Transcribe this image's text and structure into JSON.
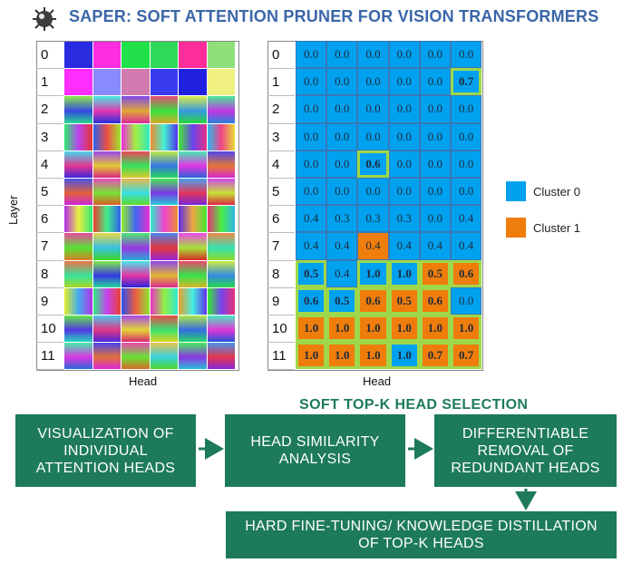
{
  "title": "SAPER: SOFT ATTENTION PRUNER FOR VISION TRANSFORMERS",
  "left_panel": {
    "rows": [
      "0",
      "1",
      "2",
      "3",
      "4",
      "5",
      "6",
      "7",
      "8",
      "9",
      "10",
      "11"
    ],
    "y_axis_label": "Layer",
    "x_axis_label": "Head"
  },
  "right_panel": {
    "rows": [
      "0",
      "1",
      "2",
      "3",
      "4",
      "5",
      "6",
      "7",
      "8",
      "9",
      "10",
      "11"
    ],
    "x_axis_label": "Head",
    "values": [
      [
        "0.0",
        "0.0",
        "0.0",
        "0.0",
        "0.0",
        "0.0"
      ],
      [
        "0.0",
        "0.0",
        "0.0",
        "0.0",
        "0.0",
        "0.7"
      ],
      [
        "0.0",
        "0.0",
        "0.0",
        "0.0",
        "0.0",
        "0.0"
      ],
      [
        "0.0",
        "0.0",
        "0.0",
        "0.0",
        "0.0",
        "0.0"
      ],
      [
        "0.0",
        "0.0",
        "0.6",
        "0.0",
        "0.0",
        "0.0"
      ],
      [
        "0.0",
        "0.0",
        "0.0",
        "0.0",
        "0.0",
        "0.0"
      ],
      [
        "0.4",
        "0.3",
        "0.3",
        "0.3",
        "0.0",
        "0.4"
      ],
      [
        "0.4",
        "0.4",
        "0.4",
        "0.4",
        "0.4",
        "0.4"
      ],
      [
        "0.5",
        "0.4",
        "1.0",
        "1.0",
        "0.5",
        "0.6"
      ],
      [
        "0.6",
        "0.5",
        "0.6",
        "0.5",
        "0.6",
        "0.0"
      ],
      [
        "1.0",
        "1.0",
        "1.0",
        "1.0",
        "1.0",
        "1.0"
      ],
      [
        "1.0",
        "1.0",
        "1.0",
        "1.0",
        "0.7",
        "0.7"
      ]
    ],
    "clusters": [
      [
        0,
        0,
        0,
        0,
        0,
        0
      ],
      [
        0,
        0,
        0,
        0,
        0,
        0
      ],
      [
        0,
        0,
        0,
        0,
        0,
        0
      ],
      [
        0,
        0,
        0,
        0,
        0,
        0
      ],
      [
        0,
        0,
        0,
        0,
        0,
        0
      ],
      [
        0,
        0,
        0,
        0,
        0,
        0
      ],
      [
        0,
        0,
        0,
        0,
        0,
        0
      ],
      [
        0,
        0,
        1,
        0,
        0,
        0
      ],
      [
        0,
        0,
        0,
        0,
        1,
        1
      ],
      [
        0,
        0,
        1,
        1,
        1,
        0
      ],
      [
        1,
        1,
        1,
        1,
        1,
        1
      ],
      [
        1,
        1,
        1,
        0,
        1,
        1
      ]
    ],
    "selected": [
      [
        0,
        0,
        0,
        0,
        0,
        0
      ],
      [
        0,
        0,
        0,
        0,
        0,
        1
      ],
      [
        0,
        0,
        0,
        0,
        0,
        0
      ],
      [
        0,
        0,
        0,
        0,
        0,
        0
      ],
      [
        0,
        0,
        1,
        0,
        0,
        0
      ],
      [
        0,
        0,
        0,
        0,
        0,
        0
      ],
      [
        0,
        0,
        0,
        0,
        0,
        0
      ],
      [
        0,
        0,
        0,
        0,
        0,
        0
      ],
      [
        1,
        0,
        1,
        1,
        1,
        1
      ],
      [
        1,
        1,
        1,
        1,
        1,
        0
      ],
      [
        1,
        1,
        1,
        1,
        1,
        1
      ],
      [
        1,
        1,
        1,
        1,
        1,
        1
      ]
    ],
    "colors": {
      "cluster0": "#00a2f0",
      "cluster1": "#ef7d0b",
      "highlight": "#9ed84a"
    }
  },
  "legend": [
    {
      "label": "Cluster 0",
      "color": "#00a2f0"
    },
    {
      "label": "Cluster 1",
      "color": "#ef7d0b"
    }
  ],
  "flow": {
    "caption": "SOFT TOP-K HEAD SELECTION",
    "box_visualization": "VISUALIZATION OF INDIVIDUAL ATTENTION HEADS",
    "box_similarity": "HEAD SIMILARITY ANALYSIS",
    "box_removal": "DIFFERENTIABLE REMOVAL OF REDUNDANT HEADS",
    "box_finetune": "HARD FINE-TUNING/ KNOWLEDGE DISTILLATION OF TOP-K HEADS",
    "color": "#1d7a5c"
  }
}
